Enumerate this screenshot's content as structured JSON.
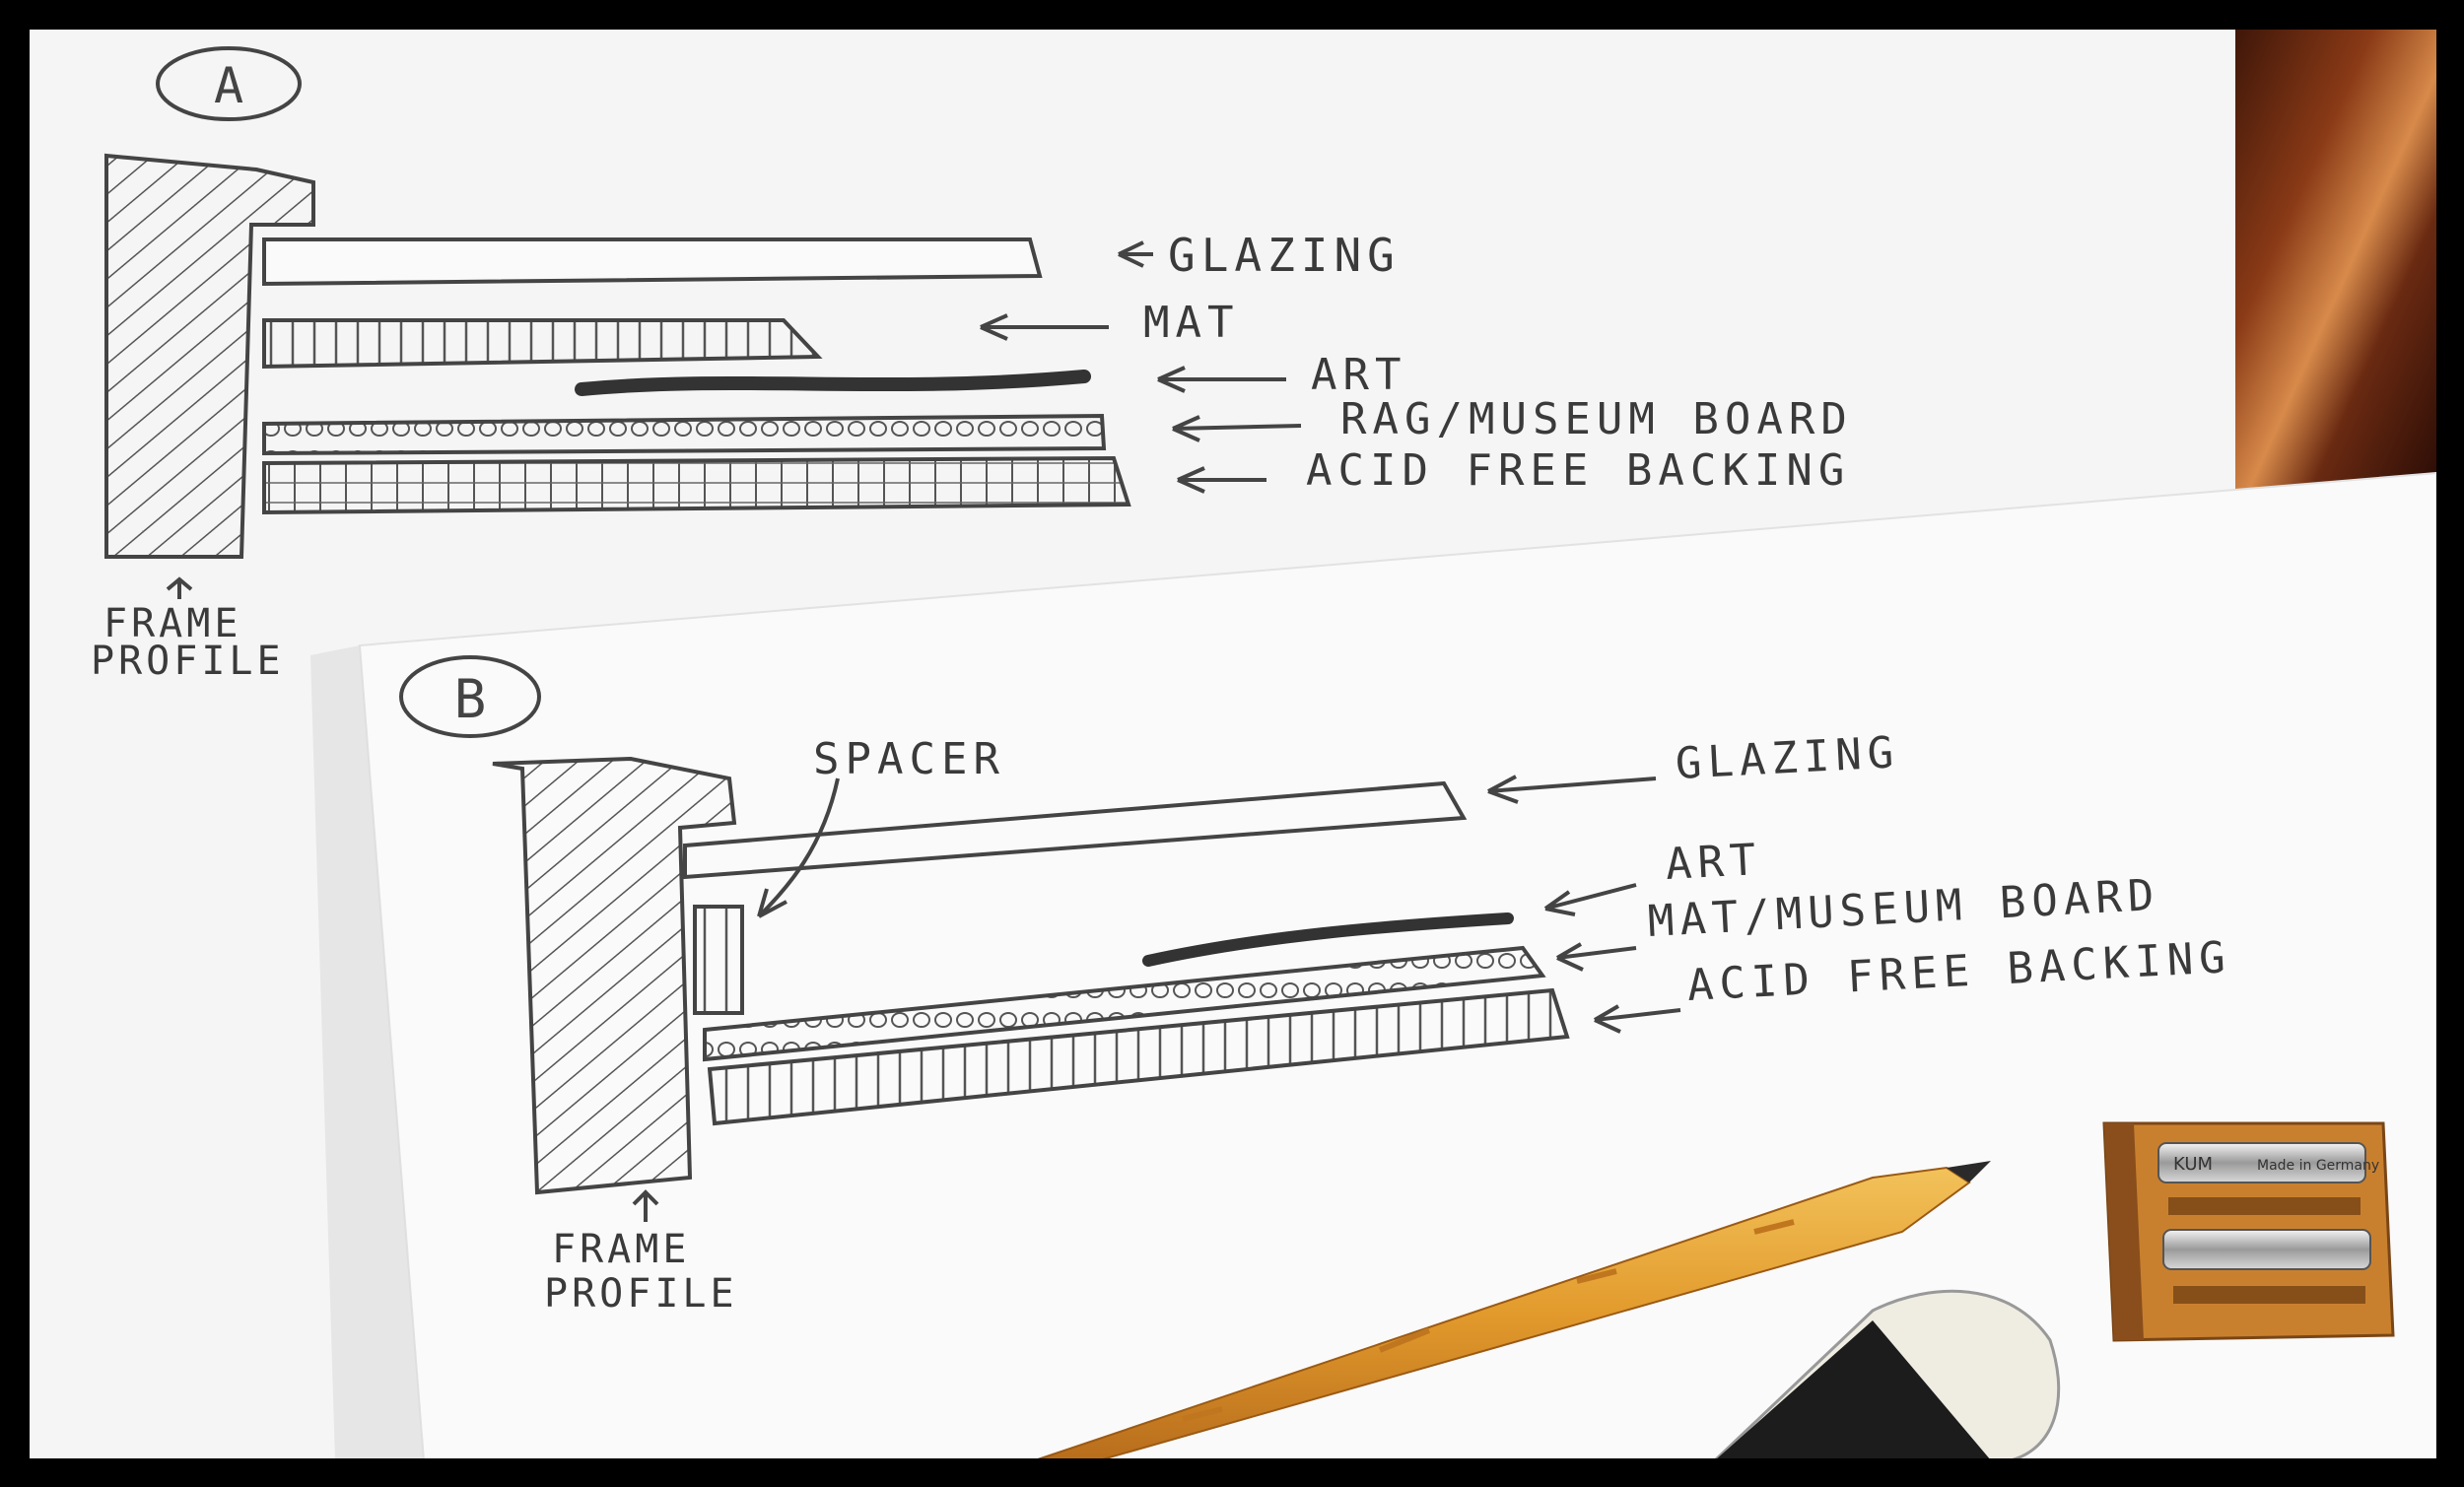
{
  "colors": {
    "frame": "#000000",
    "paper_back": "#f4f4f4",
    "paper_front": "#f7f7f7",
    "pencil_line": "#444444",
    "wood_table": "#6a2a12",
    "pencil_body": "#e8a430",
    "sharpener_wood": "#c9802e"
  },
  "sketch_a": {
    "badge": "A",
    "frame_profile_line1": "FRAME",
    "frame_profile_line2": "PROFILE",
    "labels": {
      "glazing": "GLAZING",
      "mat": "MAT",
      "art": "ART",
      "rag": "RAG/MUSEUM BOARD",
      "backing": "ACID FREE BACKING"
    }
  },
  "sketch_b": {
    "badge": "B",
    "frame_profile_line1": "FRAME",
    "frame_profile_line2": "PROFILE",
    "labels": {
      "spacer": "SPACER",
      "glazing": "GLAZING",
      "art": "ART",
      "mat": "MAT/MUSEUM BOARD",
      "backing": "ACID FREE BACKING"
    }
  },
  "objects": {
    "pencil": "pencil",
    "sharpener": "sharpener",
    "sharpener_text": "KUM",
    "sharpener_text_2": "Made in Germany",
    "eraser": "eraser"
  }
}
